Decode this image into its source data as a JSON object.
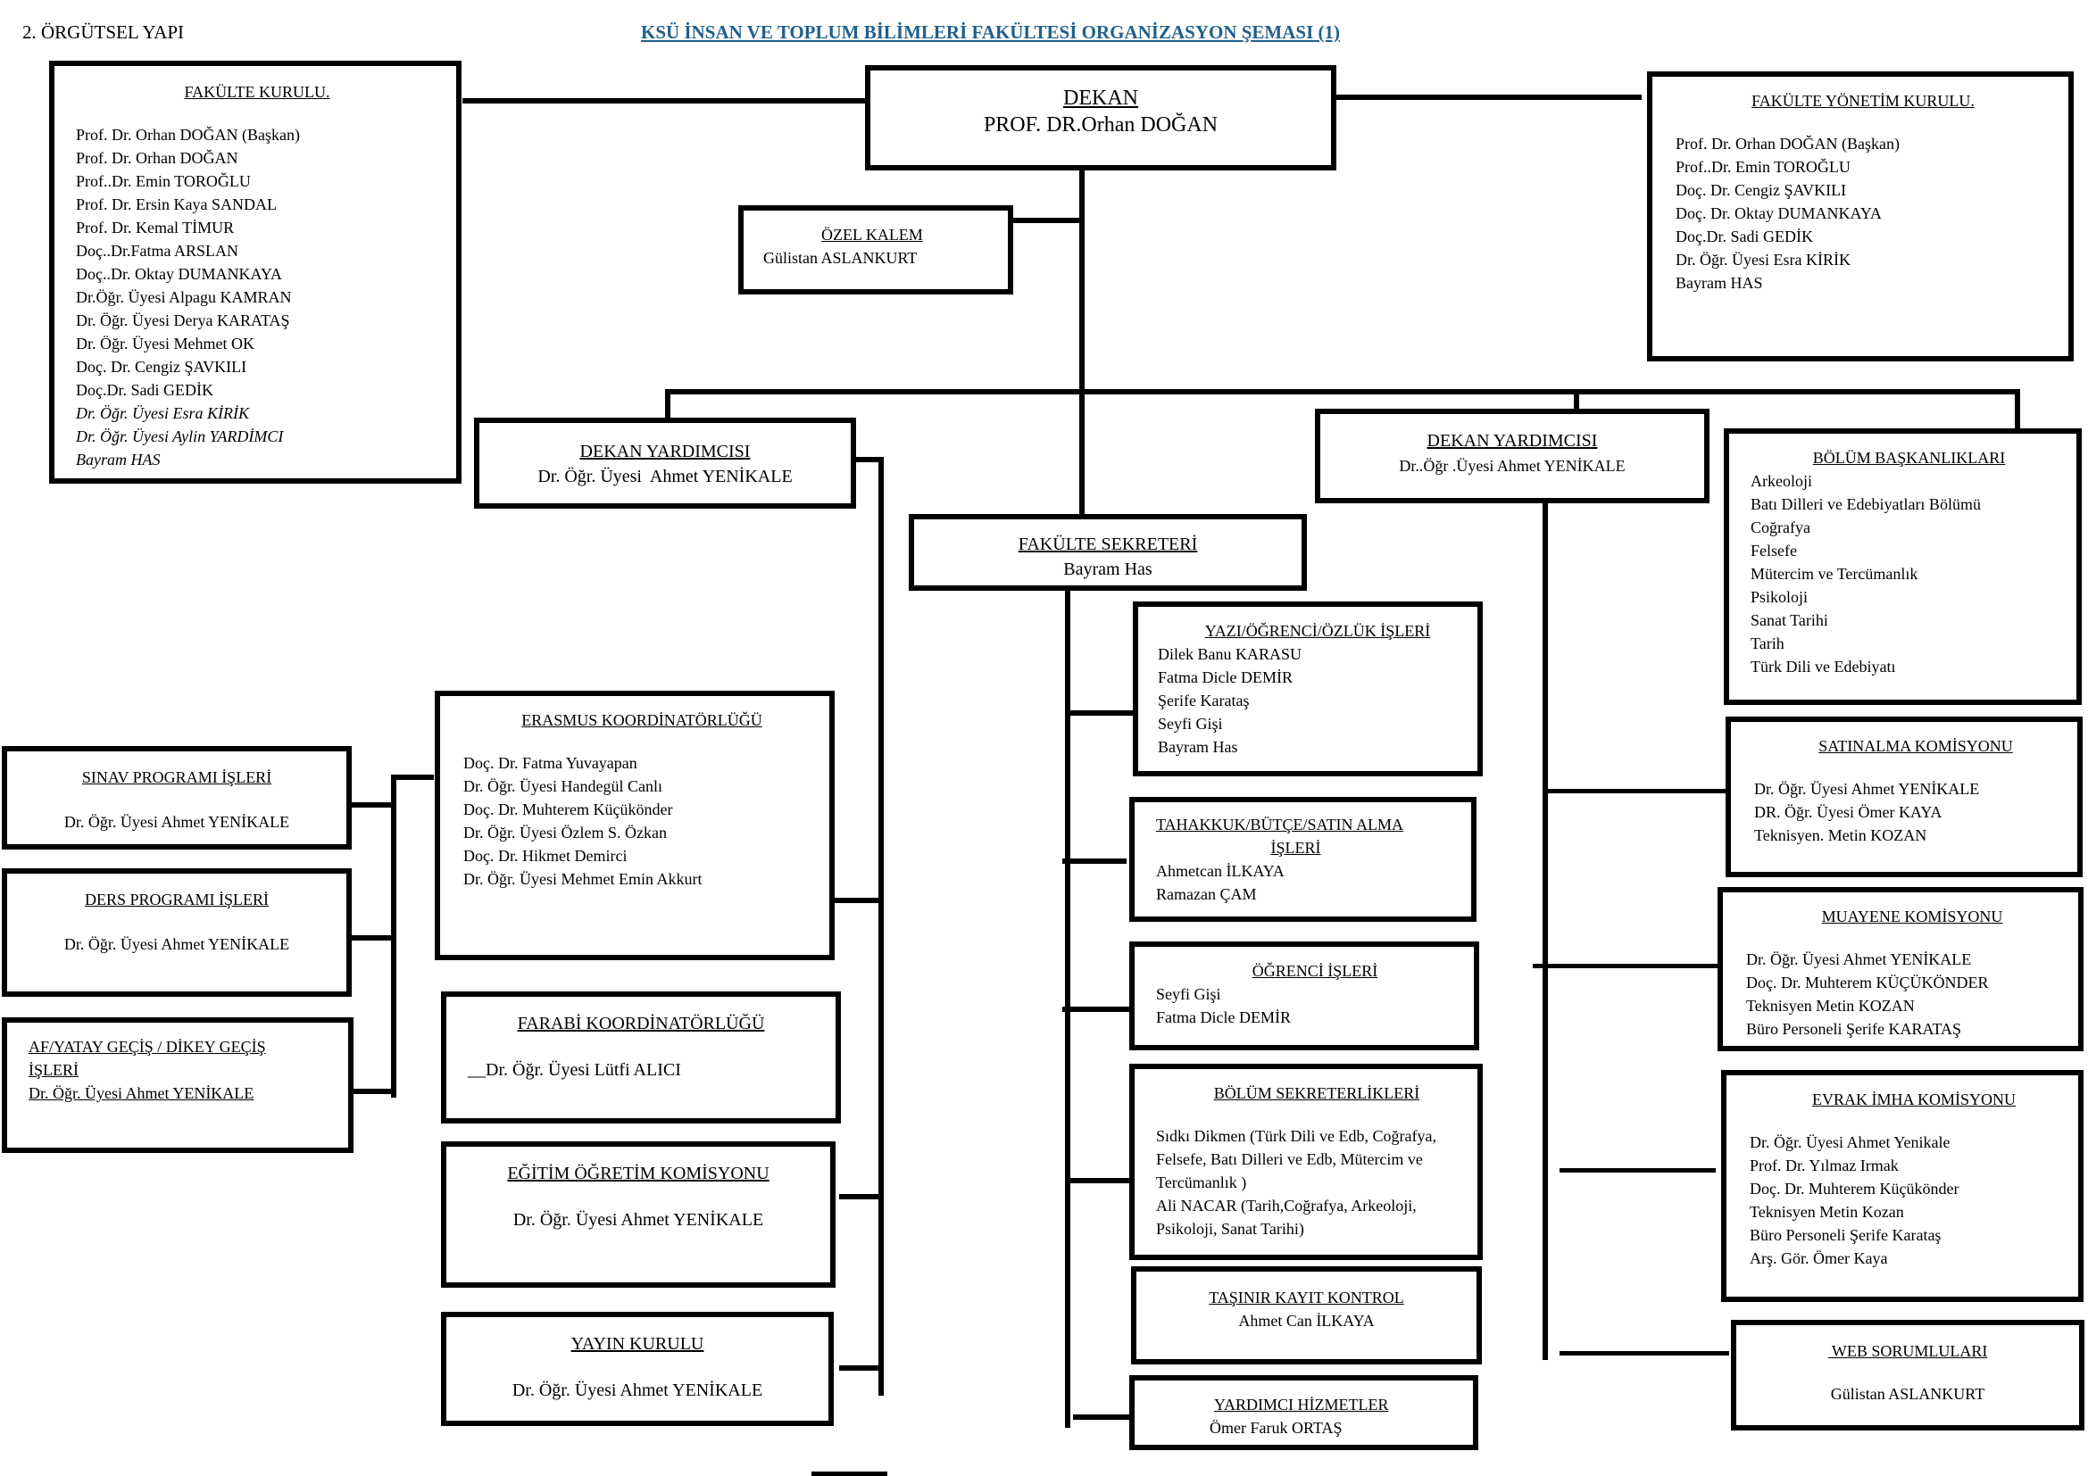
{
  "page": {
    "section_label": "2. ÖRGÜTSEL YAPI",
    "title": "KSÜ İNSAN VE TOPLUM BİLİMLERİ FAKÜLTESİ ORGANİZASYON ŞEMASI (1)",
    "title_color": "#1f5f8b"
  },
  "dekan": {
    "title": "DEKAN",
    "name": "PROF. DR.Orhan DOĞAN"
  },
  "fakulte_kurulu": {
    "title": "FAKÜLTE KURULU.",
    "members": [
      "Prof. Dr. Orhan DOĞAN (Başkan)",
      "Prof. Dr. Orhan DOĞAN",
      "Prof..Dr. Emin TOROĞLU",
      "Prof. Dr. Ersin Kaya SANDAL",
      "Prof. Dr. Kemal TİMUR",
      "Doç..Dr.Fatma ARSLAN",
      "Doç..Dr. Oktay DUMANKAYA",
      "Dr.Öğr. Üyesi Alpagu KAMRAN",
      "Dr. Öğr. Üyesi Derya KARATAŞ",
      "Dr. Öğr. Üyesi Mehmet OK",
      "Doç. Dr. Cengiz ŞAVKILI",
      "Doç.Dr. Sadi GEDİK",
      "Dr. Öğr. Üyesi Esra KİRİK",
      "Dr. Öğr. Üyesi Aylin YARDİMCI",
      "Bayram HAS"
    ]
  },
  "fakulte_yonetim_kurulu": {
    "title": "FAKÜLTE YÖNETİM KURULU.",
    "members": [
      "Prof. Dr. Orhan DOĞAN (Başkan)",
      "Prof..Dr. Emin TOROĞLU",
      "Doç. Dr. Cengiz ŞAVKILI",
      "Doç. Dr. Oktay DUMANKAYA",
      "Doç.Dr. Sadi GEDİK",
      "Dr. Öğr. Üyesi Esra KİRİK",
      "Bayram HAS"
    ]
  },
  "ozel_kalem": {
    "title": "ÖZEL KALEM",
    "name": "Gülistan ASLANKURT"
  },
  "dekan_yardimcisi_left": {
    "title": "DEKAN YARDIMCISI",
    "name": "Dr. Öğr. Üyesi  Ahmet YENİKALE"
  },
  "dekan_yardimcisi_right": {
    "title": "DEKAN YARDIMCISI",
    "name": "Dr..Öğr .Üyesi Ahmet YENİKALE"
  },
  "fakulte_sekreteri": {
    "title": "FAKÜLTE SEKRETERİ",
    "name": "Bayram Has"
  },
  "bolum_baskanliklari": {
    "title": "BÖLÜM BAŞKANLIKLARI",
    "items": [
      "Arkeoloji",
      "Batı Dilleri ve Edebiyatları Bölümü",
      "Coğrafya",
      "Felsefe",
      "Mütercim ve Tercümanlık",
      "Psikoloji",
      "Sanat Tarihi",
      "Tarih",
      "Türk Dili ve Edebiyatı"
    ]
  },
  "erasmus": {
    "title": "ERASMUS KOORDİNATÖRLÜĞÜ",
    "members": [
      "Doç. Dr. Fatma Yuvayapan",
      "Dr. Öğr. Üyesi Handegül Canlı",
      "Doç. Dr. Muhterem Küçükönder",
      "Dr. Öğr. Üyesi Özlem S. Özkan",
      "Doç. Dr. Hikmet Demirci",
      "Dr. Öğr. Üyesi Mehmet Emin Akkurt"
    ]
  },
  "sinav_programi": {
    "title": "SINAV PROGRAMI İŞLERİ",
    "name": "Dr. Öğr. Üyesi Ahmet YENİKALE"
  },
  "ders_programi": {
    "title": "DERS PROGRAMI İŞLERİ",
    "name": "Dr. Öğr. Üyesi Ahmet YENİKALE"
  },
  "af_yatay_gecis": {
    "title_line1": "AF/YATAY GEÇİŞ / DİKEY GEÇİŞ",
    "title_line2": "İŞLERİ",
    "name": "Dr. Öğr. Üyesi Ahmet YENİKALE"
  },
  "farabi": {
    "title": "FARABİ KOORDİNATÖRLÜĞÜ",
    "name": "__Dr. Öğr. Üyesi Lütfi ALICI"
  },
  "egitim_ogretim": {
    "title": "EĞİTİM ÖĞRETİM KOMİSYONU",
    "name": "Dr. Öğr. Üyesi Ahmet YENİKALE"
  },
  "yayin_kurulu": {
    "title": "YAYIN KURULU",
    "name": "Dr. Öğr. Üyesi Ahmet YENİKALE"
  },
  "yazi_ogrenci_ozluk": {
    "title": "YAZI/ÖĞRENCİ/ÖZLÜK İŞLERİ",
    "members": [
      "Dilek Banu KARASU",
      "Fatma Dicle DEMİR",
      "Şerife Karataş",
      "Seyfi Gişi",
      "Bayram Has"
    ]
  },
  "tahakkuk": {
    "title_line1": "TAHAKKUK/BÜTÇE/SATIN ALMA",
    "title_line2": "İŞLERİ",
    "members": [
      "Ahmetcan İLKAYA",
      "Ramazan ÇAM"
    ]
  },
  "ogrenci_isleri": {
    "title": "ÖĞRENCİ İŞLERİ",
    "members": [
      "Seyfi Gişi",
      "Fatma Dicle DEMİR"
    ]
  },
  "bolum_sekreterlikleri": {
    "title": "BÖLÜM SEKRETERLİKLERİ",
    "lines": [
      "Sıdkı Dikmen (Türk Dili ve Edb, Coğrafya,",
      "Felsefe, Batı Dilleri ve Edb, Mütercim ve",
      "Tercümanlık )",
      "Ali NACAR (Tarih,Coğrafya, Arkeoloji,",
      "Psikoloji, Sanat Tarihi)"
    ]
  },
  "tasinir_kayit": {
    "title": "TAŞINIR KAYIT KONTROL",
    "name": "Ahmet Can İLKAYA"
  },
  "yardimci_hizmetler": {
    "title": "YARDIMCI HİZMETLER",
    "name": "Ömer Faruk ORTAŞ"
  },
  "satinalma": {
    "title": "SATINALMA KOMİSYONU",
    "members": [
      "Dr. Öğr. Üyesi Ahmet YENİKALE",
      "DR. Öğr. Üyesi Ömer KAYA",
      "Teknisyen. Metin KOZAN"
    ]
  },
  "muayene": {
    "title": "MUAYENE KOMİSYONU",
    "members": [
      "Dr. Öğr. Üyesi Ahmet YENİKALE",
      "Doç. Dr. Muhterem KÜÇÜKÖNDER",
      "Teknisyen Metin KOZAN",
      "Büro Personeli Şerife KARATAŞ"
    ]
  },
  "evrak_imha": {
    "title": "EVRAK İMHA KOMİSYONU",
    "members": [
      "Dr. Öğr. Üyesi Ahmet Yenikale",
      "Prof. Dr. Yılmaz Irmak",
      "Doç. Dr. Muhterem Küçükönder",
      "Teknisyen Metin Kozan",
      "Büro Personeli Şerife Karataş",
      "Arş. Gör. Ömer Kaya"
    ]
  },
  "web_sorumlulari": {
    "title": " WEB SORUMLULARI",
    "name": "Gülistan ASLANKURT"
  }
}
